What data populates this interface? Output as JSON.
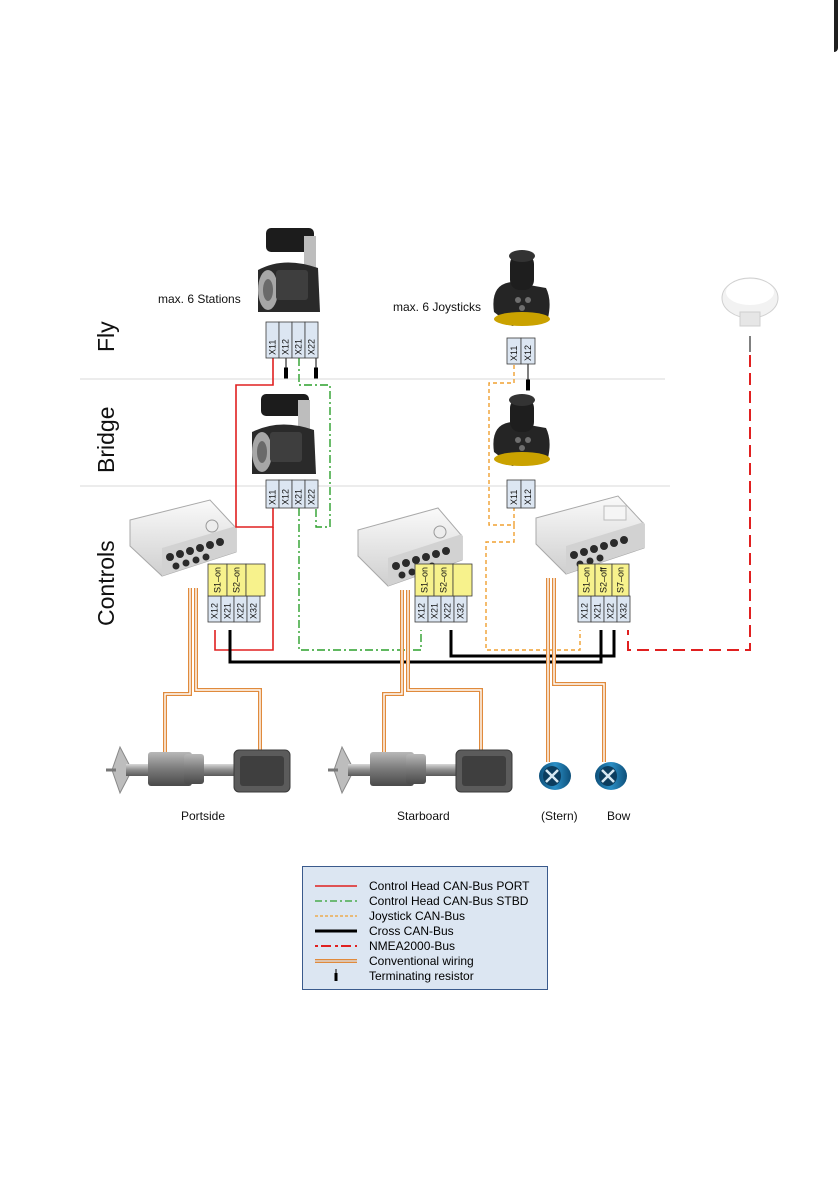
{
  "zones": {
    "fly": "Fly",
    "bridge": "Bridge",
    "controls": "Controls"
  },
  "notes": {
    "stations": "max. 6 Stations",
    "joysticks": "max. 6 Joysticks"
  },
  "connectors": {
    "fly_head": [
      "X11",
      "X12",
      "X21",
      "X22"
    ],
    "bridge_head": [
      "X11",
      "X12",
      "X21",
      "X22"
    ],
    "fly_joystick": [
      "X11",
      "X12"
    ],
    "bridge_joystick": [
      "X11",
      "X12"
    ],
    "port_unit": [
      "X12",
      "X21",
      "X22",
      "X32"
    ],
    "port_switches": [
      "S1–on",
      "S2–on",
      ""
    ],
    "stbd_unit": [
      "X12",
      "X21",
      "X22",
      "X32"
    ],
    "stbd_switches": [
      "S1–on",
      "S2–on",
      ""
    ],
    "thruster_unit": [
      "X12",
      "X21",
      "X22",
      "X32"
    ],
    "thruster_switches": [
      "S1–on",
      "S2–off",
      "S7–on"
    ]
  },
  "labels": {
    "portside": "Portside",
    "starboard": "Starboard",
    "stern": "(Stern)",
    "bow": "Bow"
  },
  "legend": [
    {
      "label": "Control Head CAN-Bus PORT",
      "color": "#e02020",
      "style": "solid"
    },
    {
      "label": "Control Head CAN-Bus STBD",
      "color": "#2ca02c",
      "style": "dashdot"
    },
    {
      "label": "Joystick CAN-Bus",
      "color": "#f0a030",
      "style": "dashed"
    },
    {
      "label": "Cross CAN-Bus",
      "color": "#000000",
      "style": "thick"
    },
    {
      "label": "NMEA2000-Bus",
      "color": "#e02020",
      "style": "longdash"
    },
    {
      "label": "Conventional wiring",
      "color": "#e08a3c",
      "style": "double"
    },
    {
      "label": "Terminating resistor",
      "color": "#000000",
      "style": "resistor"
    }
  ],
  "colors": {
    "port": "#e02020",
    "stbd": "#2ca02c",
    "joystick": "#f0a030",
    "cross": "#000000",
    "nmea": "#e02020",
    "conventional": "#e08a3c",
    "connector_fill": "#dce6f2",
    "switch_fill": "#f7f28c"
  }
}
